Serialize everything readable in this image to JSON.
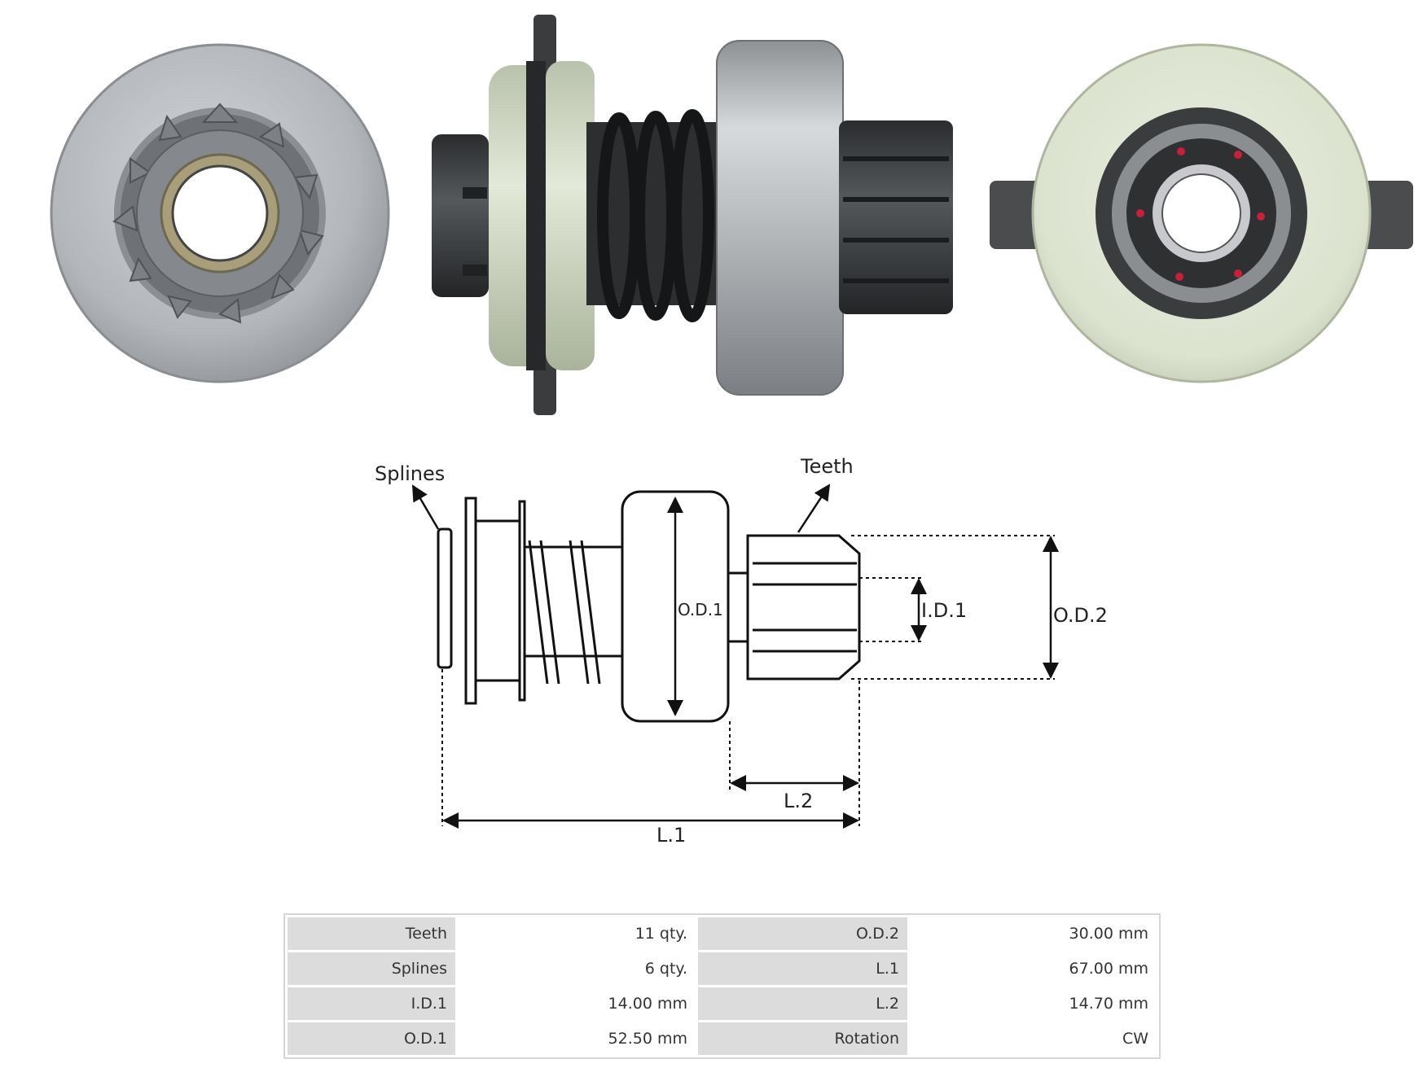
{
  "diagram": {
    "labels": {
      "splines": "Splines",
      "teeth": "Teeth",
      "od1": "O.D.1",
      "id1": "I.D.1",
      "od2": "O.D.2",
      "l2": "L.2",
      "l1": "L.1"
    }
  },
  "specs": {
    "rows": [
      {
        "label1": "Teeth",
        "value1": "11 qty.",
        "label2": "O.D.2",
        "value2": "30.00 mm"
      },
      {
        "label1": "Splines",
        "value1": "6 qty.",
        "label2": "L.1",
        "value2": "67.00 mm"
      },
      {
        "label1": "I.D.1",
        "value1": "14.00 mm",
        "label2": "L.2",
        "value2": "14.70 mm"
      },
      {
        "label1": "O.D.1",
        "value1": "52.50 mm",
        "label2": "Rotation",
        "value2": "CW"
      }
    ]
  },
  "colors": {
    "steel": "#b9bcbf",
    "dark_metal": "#3a3c3e",
    "nylon": "#dfe6d4",
    "marker_red": "#c8203a",
    "table_header": "#dcdcdc"
  }
}
